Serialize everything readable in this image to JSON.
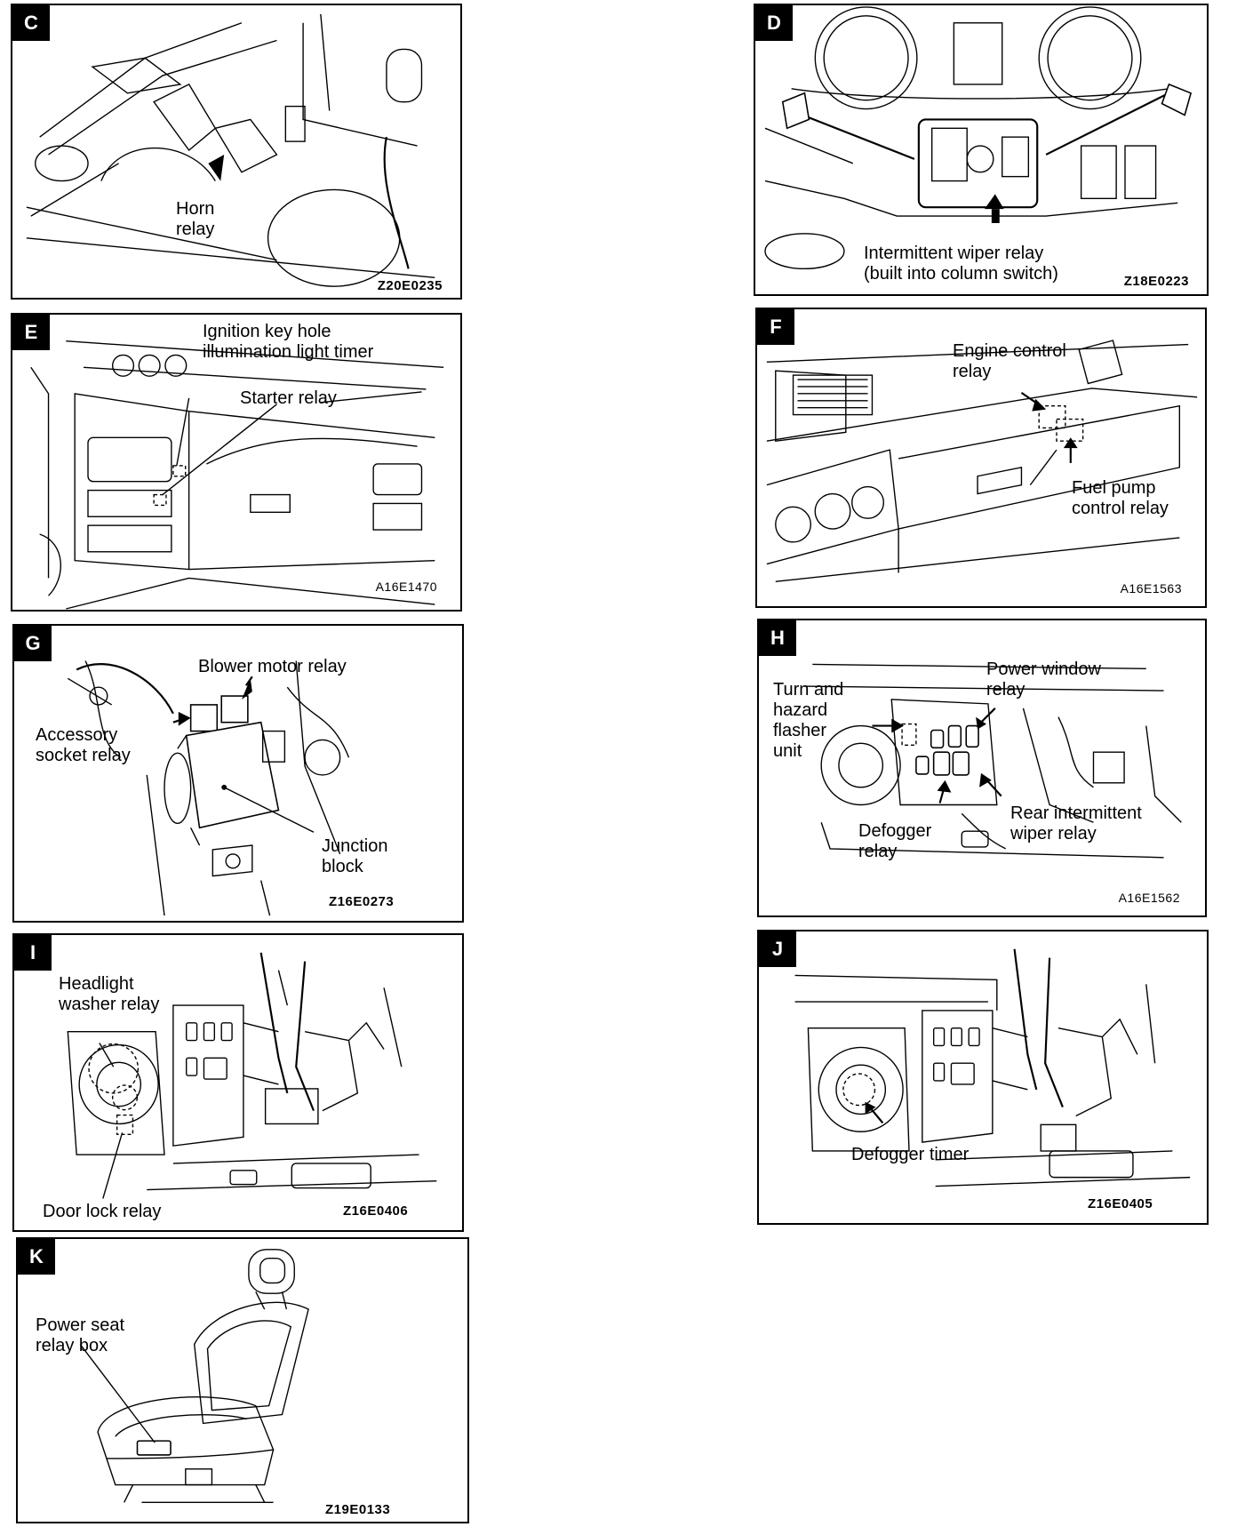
{
  "panels": {
    "c": {
      "letter": "C",
      "labels": [
        "Horn",
        "relay"
      ],
      "code": "Z20E0235"
    },
    "d": {
      "letter": "D",
      "labels": [
        "Intermittent  wiper  relay",
        "(built into column switch)"
      ],
      "code": "Z18E0223"
    },
    "e": {
      "letter": "E",
      "labels": [
        "Ignition key hole",
        "illumination light timer",
        "Starter relay"
      ],
      "code": "A16E1470"
    },
    "f": {
      "letter": "F",
      "labels": [
        "Engine control",
        "relay",
        "Fuel    pump",
        "control relay"
      ],
      "code": "A16E1563"
    },
    "g": {
      "letter": "G",
      "labels": [
        "Blower motor relay",
        "Accessory",
        "socket relay",
        "Junction",
        "block"
      ],
      "code": "Z16E0273"
    },
    "h": {
      "letter": "H",
      "labels": [
        "Power window",
        "relay",
        "Turn and",
        "hazard",
        "flasher",
        "unit",
        "Rear  intermittent",
        "wiper relay",
        "Defogger",
        "relay"
      ],
      "code": "A16E1562"
    },
    "i": {
      "letter": "I",
      "labels": [
        "Headlight",
        "washer relay",
        "Door lock relay"
      ],
      "code": "Z16E0406"
    },
    "j": {
      "letter": "J",
      "labels": [
        "Defogger timer"
      ],
      "code": "Z16E0405"
    },
    "k": {
      "letter": "K",
      "labels": [
        "Power seat",
        "relay box"
      ],
      "code": "Z19E0133"
    }
  }
}
